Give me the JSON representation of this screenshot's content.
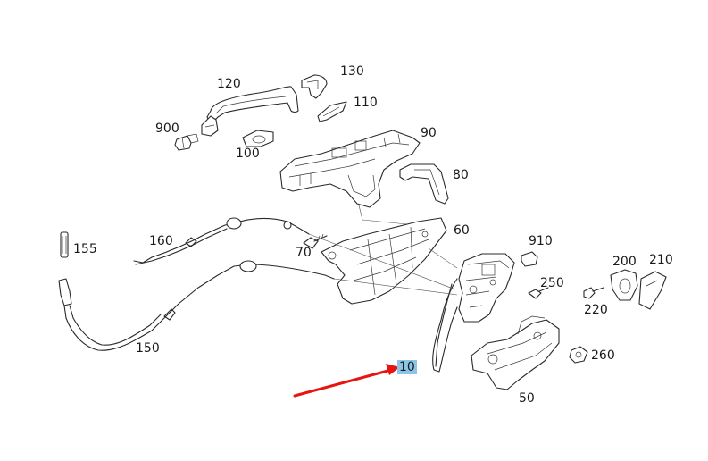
{
  "diagram": {
    "highlight_color": "#8cc4e8",
    "arrow_color": "#e8140f",
    "callouts": [
      {
        "id": "c120",
        "text": "120"
      },
      {
        "id": "c130",
        "text": "130"
      },
      {
        "id": "c110",
        "text": "110"
      },
      {
        "id": "c900",
        "text": "900"
      },
      {
        "id": "c100",
        "text": "100"
      },
      {
        "id": "c90",
        "text": "90"
      },
      {
        "id": "c80",
        "text": "80"
      },
      {
        "id": "c60",
        "text": "60"
      },
      {
        "id": "c155",
        "text": "155"
      },
      {
        "id": "c160",
        "text": "160"
      },
      {
        "id": "c70",
        "text": "70"
      },
      {
        "id": "c910",
        "text": "910"
      },
      {
        "id": "c200",
        "text": "200"
      },
      {
        "id": "c210",
        "text": "210"
      },
      {
        "id": "c250",
        "text": "250"
      },
      {
        "id": "c220",
        "text": "220"
      },
      {
        "id": "c150",
        "text": "150"
      },
      {
        "id": "c260",
        "text": "260"
      },
      {
        "id": "c10",
        "text": "10",
        "highlighted": true
      },
      {
        "id": "c50",
        "text": "50"
      }
    ]
  }
}
